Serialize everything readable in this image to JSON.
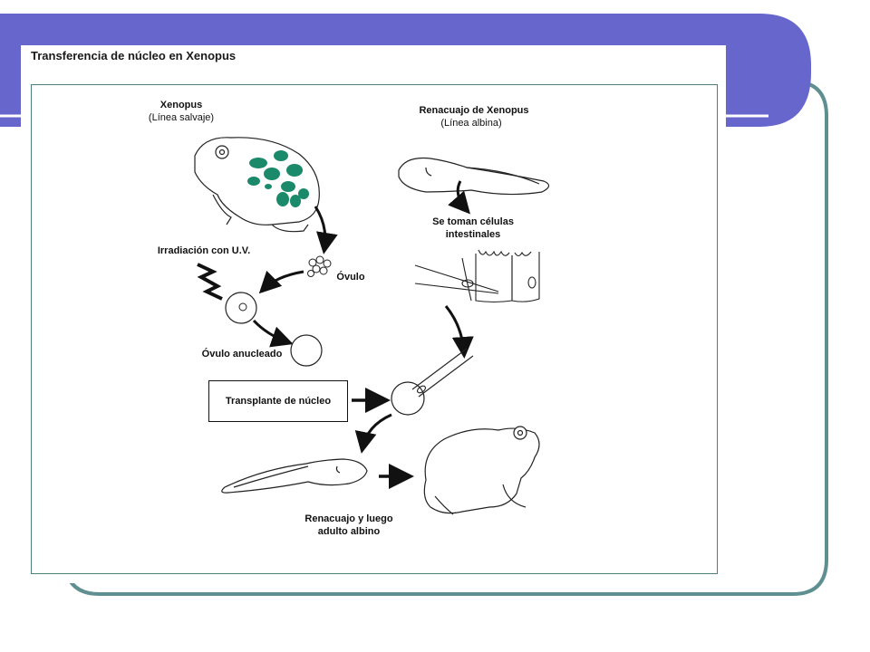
{
  "slide": {
    "accent_color": "#6666cc",
    "frame_color": "#5f8f90"
  },
  "figure": {
    "title": "Transferencia de núcleo en Xenopus"
  },
  "labels": {
    "xenopus": "Xenopus",
    "xenopus_line": "(Línea salvaje)",
    "tadpole_source": "Renacuajo de Xenopus",
    "tadpole_line": "(Línea albina)",
    "cells_taken_1": "Se toman células",
    "cells_taken_2": "intestinales",
    "irradiation": "Irradiación con U.V.",
    "ovum": "Óvulo",
    "enucleated_ovum": "Óvulo anucleado",
    "nuclear_transplant": "Transplante de núcleo",
    "result_1": "Renacuajo y luego",
    "result_2": "adulto albino"
  }
}
